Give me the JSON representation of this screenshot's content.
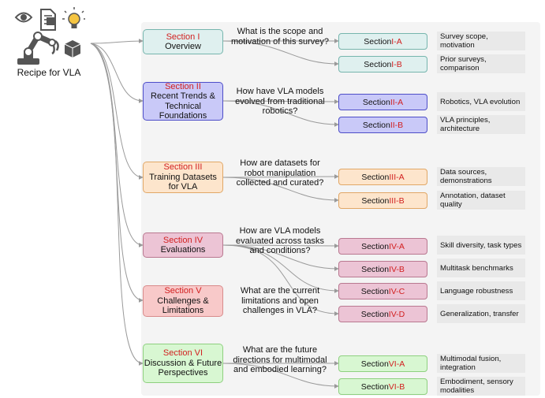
{
  "header": {
    "title": "Recipe for VLA"
  },
  "icons": [
    "eye-icon",
    "document-icon",
    "lightbulb-icon",
    "robot-arm-icon"
  ],
  "colors": {
    "red_text": "#d21f1f",
    "teal_fill": "#dff0ef",
    "teal_border": "#76b5ad",
    "blue_fill": "#c9c9f8",
    "blue_border": "#4d4dc8",
    "orange_fill": "#fde5cc",
    "orange_border": "#e1a766",
    "pink_fill": "#ecc4d5",
    "pink_border": "#b97890",
    "red_fill": "#f8c9c9",
    "red_border": "#d88b8b",
    "green_fill": "#d8f7d2",
    "green_border": "#8ed07f"
  },
  "sections": [
    {
      "title": "Section I",
      "name": "Overview",
      "question": "What is the scope and motivation of this survey?",
      "subs": [
        {
          "prefix": "Section ",
          "num": "I-A",
          "desc": "Survey scope, motivation"
        },
        {
          "prefix": "Section ",
          "num": "I-B",
          "desc": "Prior surveys, comparison"
        }
      ]
    },
    {
      "title": "Section II",
      "name": "Recent Trends & Technical Foundations",
      "question": "How have VLA models evolved from traditional robotics?",
      "subs": [
        {
          "prefix": "Section ",
          "num": "II-A",
          "desc": "Robotics, VLA evolution"
        },
        {
          "prefix": "Section ",
          "num": "II-B",
          "desc": "VLA principles, architecture"
        }
      ]
    },
    {
      "title": "Section III",
      "name": "Training Datasets for VLA",
      "question": "How are datasets for robot manipulation collected and curated?",
      "subs": [
        {
          "prefix": "Section ",
          "num": "III-A",
          "desc": "Data sources, demonstrations"
        },
        {
          "prefix": "Section ",
          "num": "III-B",
          "desc": "Annotation, dataset quality"
        }
      ]
    },
    {
      "title": "Section IV",
      "name": "Evaluations",
      "question": "How are VLA models evaluated across tasks and conditions?",
      "subs": [
        {
          "prefix": "Section ",
          "num": "IV-A",
          "desc": "Skill diversity, task types"
        },
        {
          "prefix": "Section ",
          "num": "IV-B",
          "desc": "Multitask benchmarks"
        },
        {
          "prefix": "Section ",
          "num": "IV-C",
          "desc": "Language robustness"
        },
        {
          "prefix": "Section ",
          "num": "IV-D",
          "desc": "Generalization, transfer"
        }
      ]
    },
    {
      "title": "Section V",
      "name": "Challenges & Limitations",
      "question": "What are the current limitations and open challenges in VLA?",
      "subs": []
    },
    {
      "title": "Section VI",
      "name": "Discussion & Future Perspectives",
      "question": "What are the future directions for multimodal and embodied learning?",
      "subs": [
        {
          "prefix": "Section ",
          "num": "VI-A",
          "desc": "Multimodal fusion, integration"
        },
        {
          "prefix": "Section ",
          "num": "VI-B",
          "desc": "Embodiment, sensory modalities"
        }
      ]
    }
  ]
}
